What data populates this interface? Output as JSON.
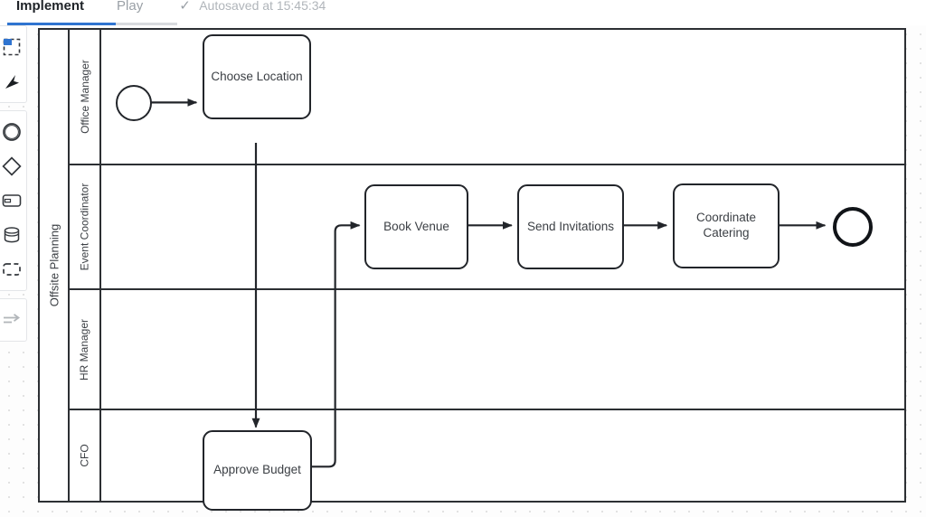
{
  "topbar": {
    "tabs": [
      {
        "label": "Implement",
        "active": true
      },
      {
        "label": "Play",
        "active": false
      }
    ],
    "autosave_text": "Autosaved at 15:45:34",
    "check_glyph": "✓",
    "active_underline_color": "#2f74d0",
    "track_color": "#d8dade"
  },
  "palette": {
    "groups": [
      {
        "items": [
          {
            "name": "lasso-select-icon",
            "title": "Lasso tool"
          },
          {
            "name": "cursor-arrow-icon",
            "title": "Select tool"
          }
        ]
      },
      {
        "items": [
          {
            "name": "start-event-icon",
            "title": "Create StartEvent"
          },
          {
            "name": "gateway-diamond-icon",
            "title": "Create Gateway"
          },
          {
            "name": "task-rectangle-icon",
            "title": "Create Task"
          },
          {
            "name": "data-store-icon",
            "title": "Create DataStore"
          },
          {
            "name": "expanded-subprocess-icon",
            "title": "Create expanded SubProcess"
          }
        ]
      },
      {
        "items": [
          {
            "name": "sequence-flow-icon",
            "title": "Sequence flow"
          }
        ]
      }
    ]
  },
  "diagram": {
    "pool_label": "Offsite Planning",
    "lanes": [
      {
        "label": "Office Manager"
      },
      {
        "label": "Event Coordinator"
      },
      {
        "label": "HR Manager"
      },
      {
        "label": "CFO"
      }
    ],
    "nodes": [
      {
        "id": "start",
        "type": "start-event",
        "label": ""
      },
      {
        "id": "choose_location",
        "type": "task",
        "label": "Choose Location"
      },
      {
        "id": "book_venue",
        "type": "task",
        "label": "Book Venue"
      },
      {
        "id": "send_invitations",
        "type": "task",
        "label": "Send Invitations"
      },
      {
        "id": "coordinate_catering",
        "type": "task",
        "label": "Coordinate Catering"
      },
      {
        "id": "approve_budget",
        "type": "task",
        "label": "Approve Budget"
      },
      {
        "id": "end",
        "type": "end-event",
        "label": ""
      }
    ],
    "flows": [
      {
        "from": "start",
        "to": "choose_location"
      },
      {
        "from": "choose_location",
        "to": "approve_budget"
      },
      {
        "from": "approve_budget",
        "to": "book_venue"
      },
      {
        "from": "book_venue",
        "to": "send_invitations"
      },
      {
        "from": "send_invitations",
        "to": "coordinate_catering"
      },
      {
        "from": "coordinate_catering",
        "to": "end"
      }
    ],
    "stroke_color": "#22252a",
    "text_color": "#3b3f44"
  }
}
